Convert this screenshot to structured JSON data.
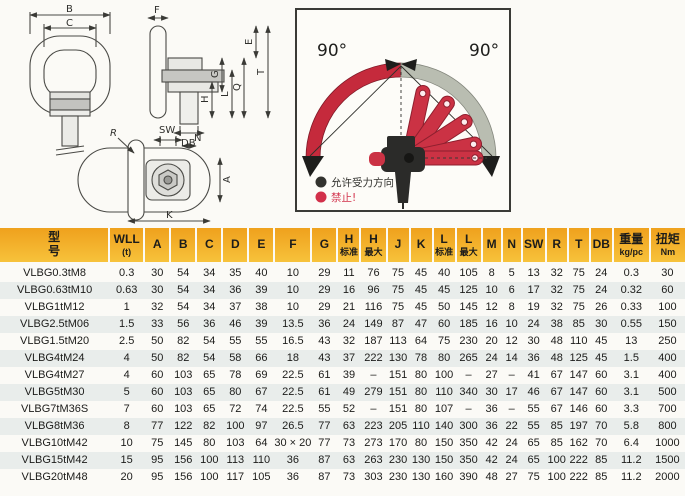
{
  "drawings": {
    "front": {
      "b": "B",
      "c": "C"
    },
    "side": {
      "f": "F",
      "e": "E",
      "t": "T",
      "q": "Q",
      "g": "G",
      "l": "L",
      "h": "H",
      "db": "DB"
    },
    "plan": {
      "sw": "SW",
      "n": "N",
      "r": "R",
      "a": "A",
      "k": "K"
    }
  },
  "rotation": {
    "left_angle": "90°",
    "right_angle": "90°",
    "arc_red": "#c52a3c",
    "arc_gray": "#b9bdb1",
    "fan_fill": "#cb3244",
    "fan_stroke": "#8e1f2e",
    "body_color": "#2b2b29",
    "legend": [
      {
        "color": "#33332f",
        "label": "允许受力方向"
      },
      {
        "color": "#d2304a",
        "label": "禁止!"
      }
    ]
  },
  "table": {
    "columns": [
      {
        "key": "model",
        "label": "型",
        "sub": "号"
      },
      {
        "key": "wll",
        "label": "WLL",
        "sub": "(t)"
      },
      {
        "key": "A",
        "label": "A"
      },
      {
        "key": "B",
        "label": "B"
      },
      {
        "key": "C",
        "label": "C"
      },
      {
        "key": "D",
        "label": "D"
      },
      {
        "key": "E",
        "label": "E"
      },
      {
        "key": "F",
        "label": "F"
      },
      {
        "key": "G",
        "label": "G"
      },
      {
        "key": "H_std",
        "label": "H",
        "sub": "标准"
      },
      {
        "key": "H_max",
        "label": "H",
        "sub": "最大"
      },
      {
        "key": "J",
        "label": "J"
      },
      {
        "key": "K",
        "label": "K"
      },
      {
        "key": "L_std",
        "label": "L",
        "sub": "标准"
      },
      {
        "key": "L_max",
        "label": "L",
        "sub": "最大"
      },
      {
        "key": "M",
        "label": "M"
      },
      {
        "key": "N",
        "label": "N"
      },
      {
        "key": "SW",
        "label": "SW"
      },
      {
        "key": "R",
        "label": "R"
      },
      {
        "key": "T",
        "label": "T"
      },
      {
        "key": "DB",
        "label": "DB"
      },
      {
        "key": "weight",
        "label": "重量",
        "sub": "kg/pc"
      },
      {
        "key": "torque",
        "label": "扭矩",
        "sub": "Nm"
      }
    ],
    "rows": [
      [
        "VLBG0.3tM8",
        "0.3",
        "30",
        "54",
        "34",
        "35",
        "40",
        "10",
        "29",
        "11",
        "76",
        "75",
        "45",
        "40",
        "105",
        "8",
        "5",
        "13",
        "32",
        "75",
        "24",
        "0.3",
        "30"
      ],
      [
        "VLBG0.63tM10",
        "0.63",
        "30",
        "54",
        "34",
        "36",
        "39",
        "10",
        "29",
        "16",
        "96",
        "75",
        "45",
        "45",
        "125",
        "10",
        "6",
        "17",
        "32",
        "75",
        "24",
        "0.32",
        "60"
      ],
      [
        "VLBG1tM12",
        "1",
        "32",
        "54",
        "34",
        "37",
        "38",
        "10",
        "29",
        "21",
        "116",
        "75",
        "45",
        "50",
        "145",
        "12",
        "8",
        "19",
        "32",
        "75",
        "26",
        "0.33",
        "100"
      ],
      [
        "VLBG2.5tM06",
        "1.5",
        "33",
        "56",
        "36",
        "46",
        "39",
        "13.5",
        "36",
        "24",
        "149",
        "87",
        "47",
        "60",
        "185",
        "16",
        "10",
        "24",
        "38",
        "85",
        "30",
        "0.55",
        "150"
      ],
      [
        "VLBG1.5tM20",
        "2.5",
        "50",
        "82",
        "54",
        "55",
        "55",
        "16.5",
        "43",
        "32",
        "187",
        "113",
        "64",
        "75",
        "230",
        "20",
        "12",
        "30",
        "48",
        "110",
        "45",
        "13",
        "250"
      ],
      [
        "VLBG4tM24",
        "4",
        "50",
        "82",
        "54",
        "58",
        "66",
        "18",
        "43",
        "37",
        "222",
        "130",
        "78",
        "80",
        "265",
        "24",
        "14",
        "36",
        "48",
        "125",
        "45",
        "1.5",
        "400"
      ],
      [
        "VLBG4tM27",
        "4",
        "60",
        "103",
        "65",
        "78",
        "69",
        "22.5",
        "61",
        "39",
        "–",
        "151",
        "80",
        "100",
        "–",
        "27",
        "–",
        "41",
        "67",
        "147",
        "60",
        "3.1",
        "400"
      ],
      [
        "VLBG5tM30",
        "5",
        "60",
        "103",
        "65",
        "80",
        "67",
        "22.5",
        "61",
        "49",
        "279",
        "151",
        "80",
        "110",
        "340",
        "30",
        "17",
        "46",
        "67",
        "147",
        "60",
        "3.1",
        "500"
      ],
      [
        "VLBG7tM36S",
        "7",
        "60",
        "103",
        "65",
        "72",
        "74",
        "22.5",
        "55",
        "52",
        "–",
        "151",
        "80",
        "107",
        "–",
        "36",
        "–",
        "55",
        "67",
        "146",
        "60",
        "3.3",
        "700"
      ],
      [
        "VLBG8tM36",
        "8",
        "77",
        "122",
        "82",
        "100",
        "97",
        "26.5",
        "77",
        "63",
        "223",
        "205",
        "110",
        "140",
        "300",
        "36",
        "22",
        "55",
        "85",
        "197",
        "70",
        "5.8",
        "800"
      ],
      [
        "VLBG10tM42",
        "10",
        "75",
        "145",
        "80",
        "103",
        "64",
        "30 × 20",
        "77",
        "73",
        "273",
        "170",
        "80",
        "150",
        "350",
        "42",
        "24",
        "65",
        "85",
        "162",
        "70",
        "6.4",
        "1000"
      ],
      [
        "VLBG15tM42",
        "15",
        "95",
        "156",
        "100",
        "113",
        "110",
        "36",
        "87",
        "63",
        "263",
        "230",
        "130",
        "150",
        "350",
        "42",
        "24",
        "65",
        "100",
        "222",
        "85",
        "11.2",
        "1500"
      ],
      [
        "VLBG20tM48",
        "20",
        "95",
        "156",
        "100",
        "117",
        "105",
        "36",
        "87",
        "73",
        "303",
        "230",
        "130",
        "160",
        "390",
        "48",
        "27",
        "75",
        "100",
        "222",
        "85",
        "11.2",
        "2000"
      ]
    ]
  }
}
